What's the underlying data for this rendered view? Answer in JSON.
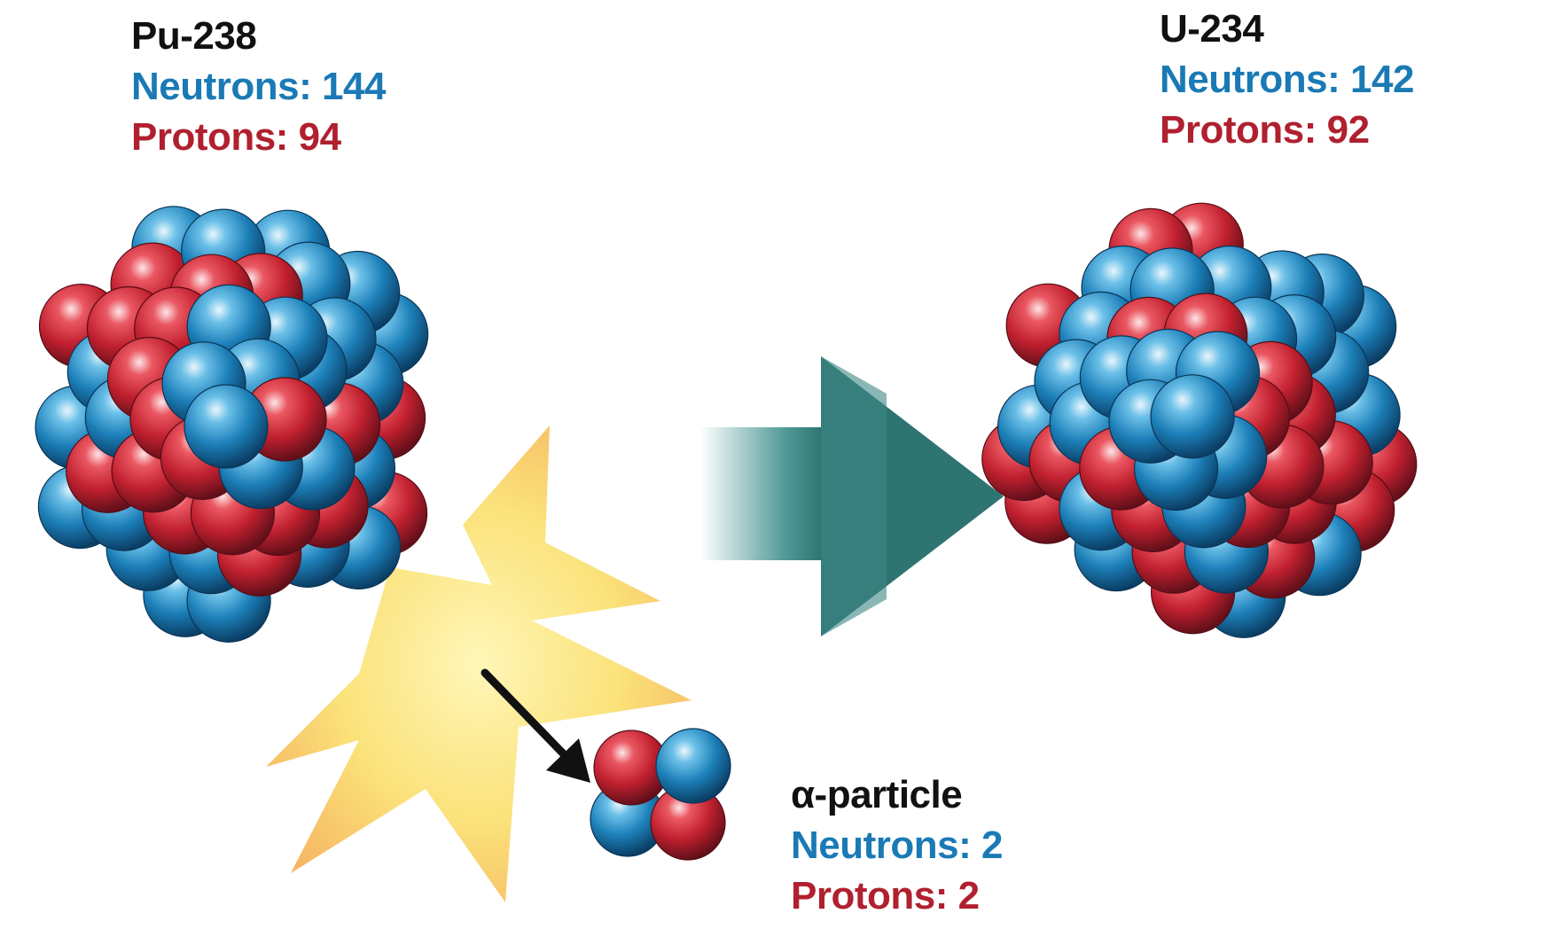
{
  "parent": {
    "name": "Pu-238",
    "neutrons_label": "Neutrons: 144",
    "protons_label": "Protons: 94"
  },
  "daughter": {
    "name": "U-234",
    "neutrons_label": "Neutrons: 142",
    "protons_label": "Protons: 92"
  },
  "alpha": {
    "name": "α-particle",
    "neutrons_label": "Neutrons: 2",
    "protons_label": "Protons: 2"
  },
  "colors": {
    "neutron": "#1a7ab5",
    "proton": "#c1202f",
    "arrow": "#2e7d7a",
    "burst": "#f9e680",
    "text": "#111111"
  }
}
